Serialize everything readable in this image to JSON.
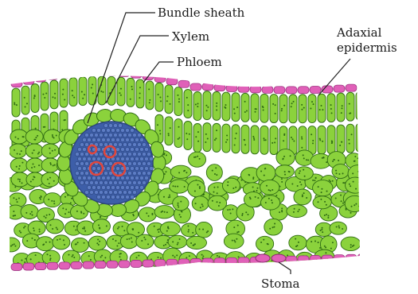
{
  "labels": {
    "bundle_sheath": "Bundle sheath",
    "xylem": "Xylem",
    "phloem": "Phloem",
    "adaxial_line1": "Adaxial",
    "adaxial_line2": "epidermis",
    "stoma": "Stoma"
  },
  "colors": {
    "epidermis": "#e060b8",
    "mesophyll": "#8bd23c",
    "cell_outline": "#2f6b14",
    "vascular": "#3d5ea8",
    "xylem_ring": "#e0463c",
    "intercellular": "#ffffff"
  }
}
